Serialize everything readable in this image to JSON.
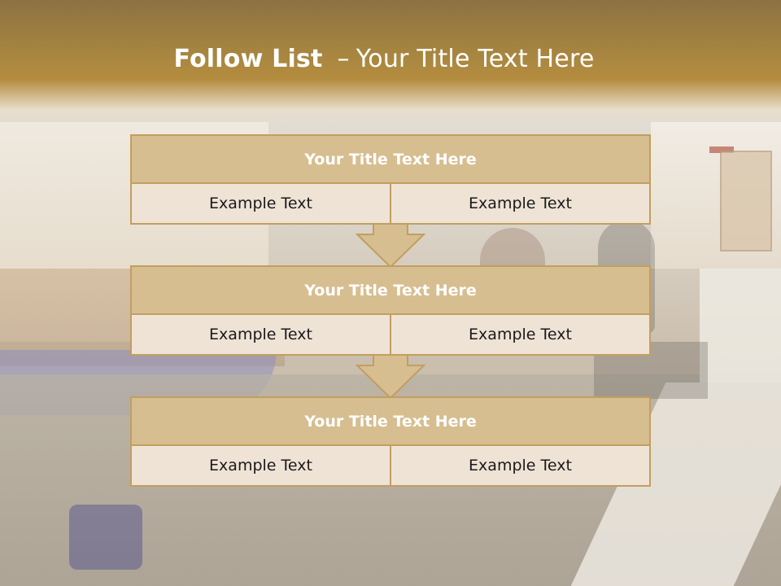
{
  "slide": {
    "title_bold": "Follow List",
    "title_sep": "–",
    "title_rest": "Your Title Text Here"
  },
  "steps": [
    {
      "title": "Your Title Text Here",
      "left": "Example Text",
      "right": "Example Text"
    },
    {
      "title": "Your Title Text Here",
      "left": "Example Text",
      "right": "Example Text"
    },
    {
      "title": "Your Title Text Here",
      "left": "Example Text",
      "right": "Example Text"
    }
  ],
  "colors": {
    "header": "#a88640",
    "box_header": "#d6be90",
    "box_cell": "#efe3d6",
    "border": "#c19f5f",
    "arrow": "#d6be90"
  },
  "icons": {
    "connector": "down-arrow-icon"
  }
}
